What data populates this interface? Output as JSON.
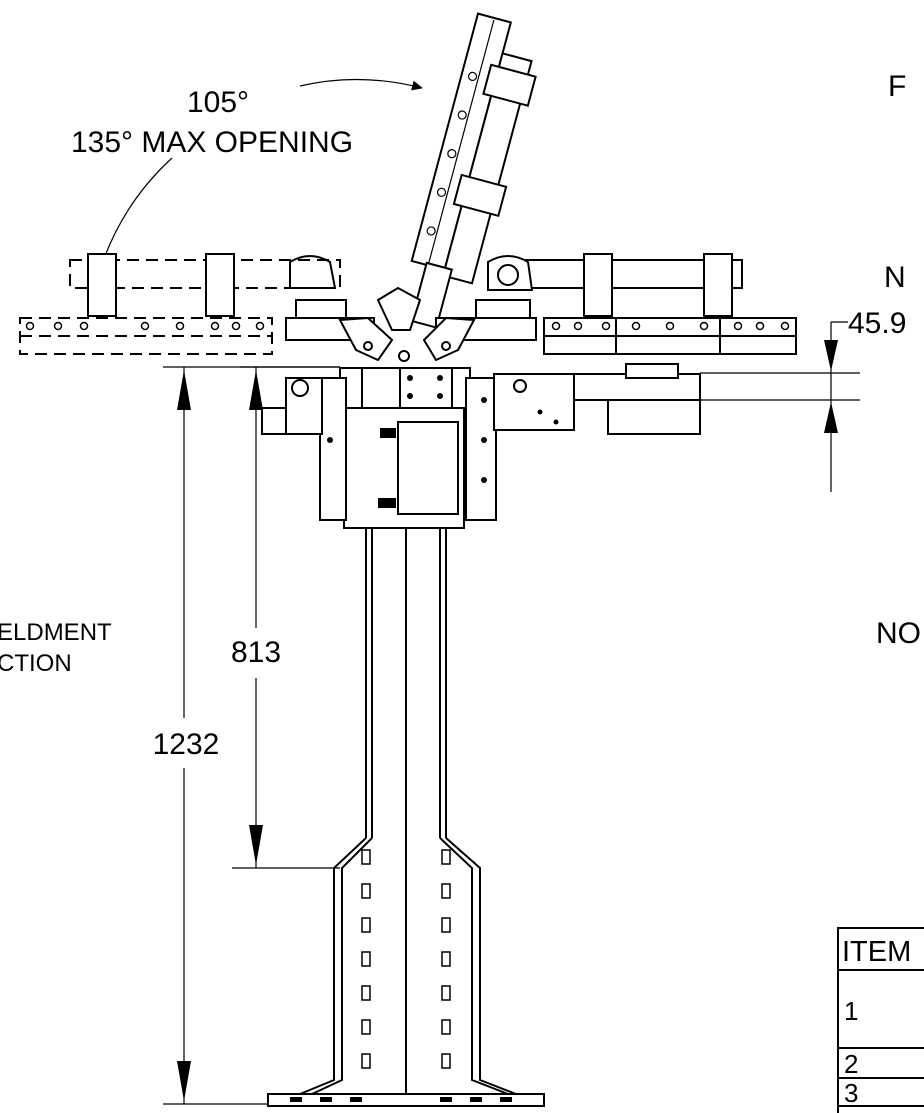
{
  "angle": {
    "nominal": "105°",
    "max_opening": "135° MAX OPENING"
  },
  "dimensions": {
    "height_total": "1232",
    "height_lower": "813",
    "offset_right": "45.9"
  },
  "left_callout": {
    "line1": "ELDMENT",
    "line2": "CTION"
  },
  "right_fragments": {
    "r1": "F",
    "r2": "N",
    "r3": "NO"
  },
  "bom_table": {
    "header": "ITEM",
    "rows": [
      "1",
      "2",
      "3"
    ]
  }
}
